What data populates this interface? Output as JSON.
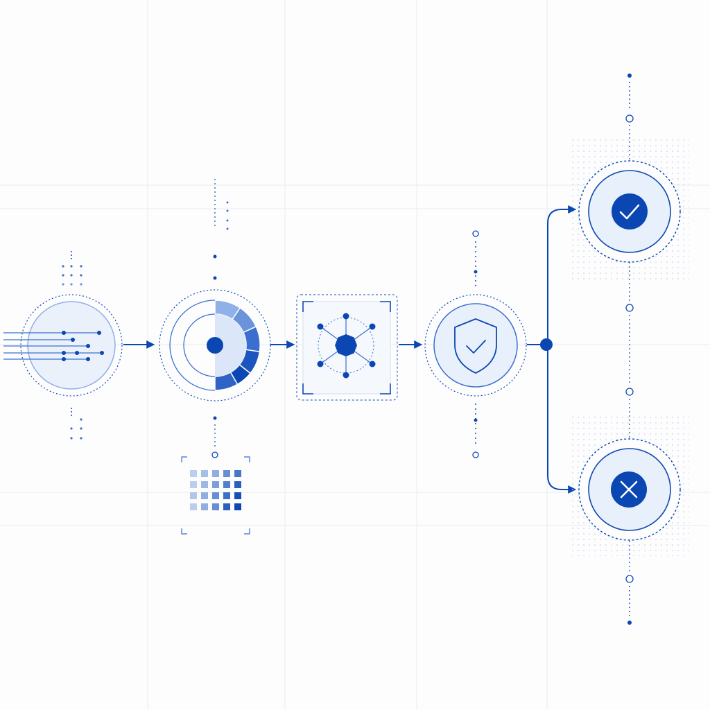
{
  "diagram": {
    "type": "process-flow",
    "text": [],
    "colors": {
      "primary": "#0b47b3",
      "mid": "#3a6fd0",
      "light": "#8fb0e8",
      "pale": "#e8f0fb",
      "grid": "#e8edf3"
    },
    "stages": [
      {
        "name": "data-ingestion",
        "icon": "input-lines-icon"
      },
      {
        "name": "segmentation",
        "icon": "segmented-ring-icon"
      },
      {
        "name": "network-processing",
        "icon": "network-graph-icon"
      },
      {
        "name": "security-validation",
        "icon": "shield-check-icon"
      }
    ],
    "outcomes": [
      {
        "name": "approved",
        "icon": "check-icon"
      },
      {
        "name": "rejected",
        "icon": "x-icon"
      }
    ],
    "heatmap_levels": [
      [
        0.15,
        0.25,
        0.35,
        0.55,
        0.7
      ],
      [
        0.15,
        0.3,
        0.45,
        0.65,
        0.85
      ],
      [
        0.2,
        0.35,
        0.55,
        0.75,
        0.95
      ],
      [
        0.15,
        0.35,
        0.55,
        0.85,
        1.0
      ]
    ]
  }
}
